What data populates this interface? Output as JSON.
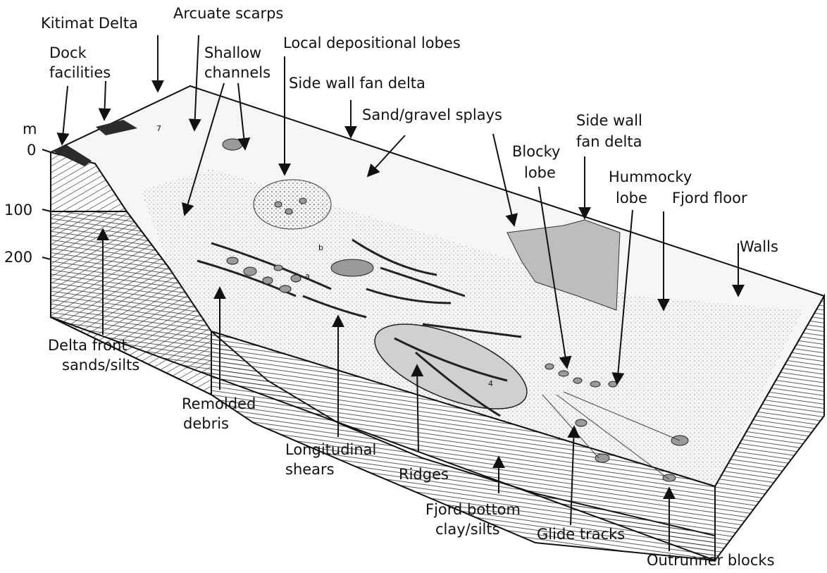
{
  "depth_axis": {
    "unit": "m",
    "ticks": [
      "0",
      "100",
      "200"
    ]
  },
  "labels": {
    "kitimat_delta": "Kitimat Delta",
    "arcuate_scarps": "Arcuate scarps",
    "dock_1": "Dock",
    "dock_2": "facilities",
    "shallow_1": "Shallow",
    "shallow_2": "channels",
    "local_lobes": "Local depositional lobes",
    "side_wall_fan_delta_1": "Side wall fan delta",
    "sand_gravel": "Sand/gravel splays",
    "side_wall_2a": "Side wall",
    "side_wall_2b": "fan delta",
    "blocky_1": "Blocky",
    "blocky_2": "lobe",
    "hummocky_1": "Hummocky",
    "hummocky_2": "lobe",
    "fjord_floor": "Fjord floor",
    "walls": "Walls",
    "delta_front_1": "Delta front",
    "delta_front_2": "sands/silts",
    "remolded_1": "Remolded",
    "remolded_2": "debris",
    "longitudinal_1": "Longitudinal",
    "longitudinal_2": "shears",
    "ridges": "Ridges",
    "fjord_bottom_1": "Fjord bottom",
    "fjord_bottom_2": "clay/silts",
    "glide_tracks": "Glide tracks",
    "outrunner": "Outrunner blocks"
  },
  "map_marks": [
    "7",
    "b",
    "a",
    "4"
  ],
  "colors": {
    "ink": "#111111",
    "block_fill": "#f2f2f2",
    "shade": "#bdbdbd",
    "dark": "#2b2b2b"
  }
}
